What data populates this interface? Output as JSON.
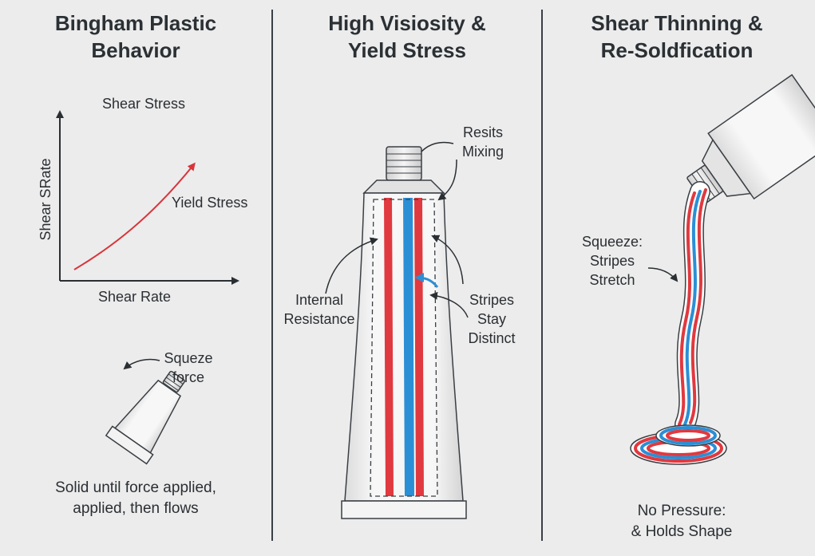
{
  "panels": [
    {
      "title_line1": "Bingham Plastic",
      "title_line2": "Behavior",
      "graph_top_label": "Shear Stress",
      "y_axis_label": "Shear SRate",
      "x_axis_label": "Shear Rate",
      "curve_label": "Yield Stress",
      "force_label_line1": "Squeze",
      "force_label_line2": "force",
      "caption_line1": "Solid until force applied,",
      "caption_line2": "applied, then flows"
    },
    {
      "title_line1": "High Visiosity &",
      "title_line2": "Yield Stress",
      "top_label_line1": "Resits",
      "top_label_line2": "Mixing",
      "left_label_line1": "Internal",
      "left_label_line2": "Resistance",
      "right_label_line1": "Stripes",
      "right_label_line2": "Stay",
      "right_label_line3": "Distinct"
    },
    {
      "title_line1": "Shear Thinning &",
      "title_line2": "Re-Soldfication",
      "squeeze_label_line1": "Squeeze:",
      "squeeze_label_line2": "Stripes",
      "squeeze_label_line3": "Stretch",
      "caption_line1": "No Pressure:",
      "caption_line2": "& Holds Shape"
    }
  ],
  "colors": {
    "background": "#ececec",
    "red_stripe": "#e0393f",
    "blue_stripe": "#2b8fd6",
    "curve": "#d9343b",
    "ink": "#2a2f33"
  }
}
